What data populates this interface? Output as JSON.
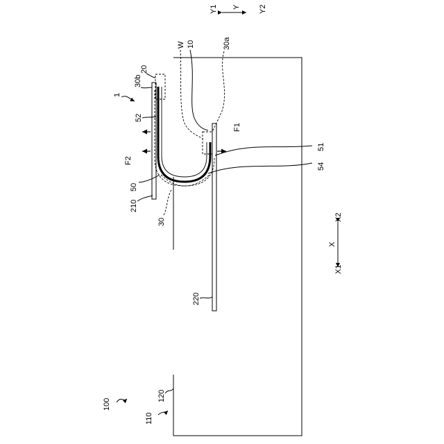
{
  "labels": {
    "ref_100": "100",
    "ref_110": "110",
    "ref_120": "120",
    "ref_1": "1",
    "ref_10": "10",
    "ref_20": "20",
    "ref_30": "30",
    "ref_30a": "30a",
    "ref_30b": "30b",
    "ref_50": "50",
    "ref_51": "51",
    "ref_52": "52",
    "ref_54": "54",
    "ref_210": "210",
    "ref_220": "220",
    "ref_W": "W",
    "force_F1": "F1",
    "force_F2": "F2"
  },
  "axes": {
    "y_axis": "Y",
    "y1": "Y1",
    "y2": "Y2",
    "x_axis": "X",
    "x1": "X1",
    "x2": "X2"
  }
}
